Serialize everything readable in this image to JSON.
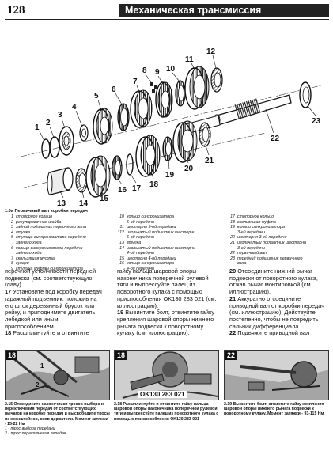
{
  "header": {
    "page_number": "128",
    "title": "Механическая трансмиссия"
  },
  "figure": {
    "callouts": [
      "1",
      "2",
      "3",
      "4",
      "5",
      "6",
      "7",
      "8",
      "9",
      "10",
      "11",
      "12",
      "13",
      "14",
      "15",
      "16",
      "17",
      "18",
      "19",
      "20",
      "21",
      "22",
      "23"
    ]
  },
  "legend": {
    "title": "1.0а Первичный вал коробки передач",
    "col1": [
      {
        "n": "1",
        "t": "стопорное кольцо"
      },
      {
        "n": "2",
        "t": "регулировочная шайба"
      },
      {
        "n": "3",
        "t": "задний подшипник первичного вала"
      },
      {
        "n": "4",
        "t": "втулка"
      },
      {
        "n": "5",
        "t": "ступица синхронизатора передачи"
      },
      {
        "n": "",
        "t": "заднего хода"
      },
      {
        "n": "6",
        "t": "кольцо синхронизатора передачи"
      },
      {
        "n": "",
        "t": "заднего хода"
      },
      {
        "n": "7",
        "t": "скользящая муфта"
      },
      {
        "n": "8",
        "t": "сухари"
      },
      {
        "n": "9",
        "t": "ступица муфты синхронизатора"
      }
    ],
    "col2": [
      {
        "n": "10",
        "t": "кольцо синхронизатора"
      },
      {
        "n": "",
        "t": "5-ой передачи"
      },
      {
        "n": "11",
        "t": "шестерня 5-ой передачи"
      },
      {
        "n": "*12",
        "t": "игольчатый подшипник шестерни"
      },
      {
        "n": "",
        "t": "5-ой передачи"
      },
      {
        "n": "13",
        "t": "втулка"
      },
      {
        "n": "14",
        "t": "игольчатый подшипник шестерни"
      },
      {
        "n": "",
        "t": "4-ой передачи"
      },
      {
        "n": "15",
        "t": "шестерня 4-ой передачи"
      },
      {
        "n": "16",
        "t": "кольцо синхронизатора"
      },
      {
        "n": "",
        "t": "4-ой передачи"
      }
    ],
    "col3": [
      {
        "n": "17",
        "t": "стопорное кольцо"
      },
      {
        "n": "18",
        "t": "скользящая муфта"
      },
      {
        "n": "19",
        "t": "кольцо синхронизатора"
      },
      {
        "n": "",
        "t": "3-ей передачи"
      },
      {
        "n": "20",
        "t": "шестерня 3-ей передачи"
      },
      {
        "n": "21",
        "t": "игольчатый подшипник шестерни"
      },
      {
        "n": "",
        "t": "3-ей передачи"
      },
      {
        "n": "22",
        "t": "первичный вал"
      },
      {
        "n": "23",
        "t": "передний подшипник первичного"
      },
      {
        "n": "",
        "t": "вала"
      }
    ]
  },
  "text": {
    "col1": {
      "p1": "перечной устойчивости передней подвески (см. соответствующую главу).",
      "n17": "17",
      "p17": " Установите под коробку передач гаражный подъемник, положив на его шток деревянный брусок или рейку, и приподнимите двигатель лебедкой или иным приспособлением.",
      "n18": "18",
      "p18": " Расшплинтуйте и отвинтите"
    },
    "col2": {
      "p1": "гайку пальца шаровой опоры наконечника поперечной рулевой тяги и выпрессуйте палец из поворотного кулака с помощью приспособления OK130 283 021 (см. иллюстрацию).",
      "n19": "19",
      "p19": " Вывинтите болт, отвинтите гайку крепления шаровой опоры нижнего рычага подвески к поворотному кулаку (см. иллюстрацию)."
    },
    "col3": {
      "n20": "20",
      "p20": " Отсоедините нижний рычаг подвески от поворотного кулака, отжав рычаг монтировкой (см. иллюстрацию).",
      "n21": "21",
      "p21": " Аккуратно отсоедините приводной вал от коробки передач (см. иллюстрацию). Действуйте постепенно, чтобы не повредить сальник дифференциала.",
      "n22": "22",
      "p22": " Подвяжите приводной вал"
    }
  },
  "photos": [
    {
      "num": "18",
      "labels": [
        "1",
        "2"
      ],
      "code": ""
    },
    {
      "num": "18",
      "labels": [],
      "code": "OK130 283 021"
    },
    {
      "num": "22",
      "labels": [],
      "code": ""
    }
  ],
  "captions": {
    "c1_main": "2.15 Отсоедините наконечники тросов выбора и переключения передач от соответствующих рычагов на коробке передач и высвободите тросы из кронштейнов, сняв держатели. Момент затяжки - 15-22 Нм",
    "c1_l1": "1 - трос выбора передачи",
    "c1_l2": "2 - трос переключения передач",
    "c2_main": "2.18 Расшплинтуйте и отвинтите гайку пальца шаровой опоры наконечника поперечной рулевой тяги и выпрессуйте палец из поворотного кулака с помощью приспособления OK130 283 021",
    "c3_main": "2.19 Вывинтите болт, отвинтите гайку крепления шаровой опоры нижнего рычага подвески к поворотному кулаку. Момент затяжки - 93-115 Нм"
  }
}
